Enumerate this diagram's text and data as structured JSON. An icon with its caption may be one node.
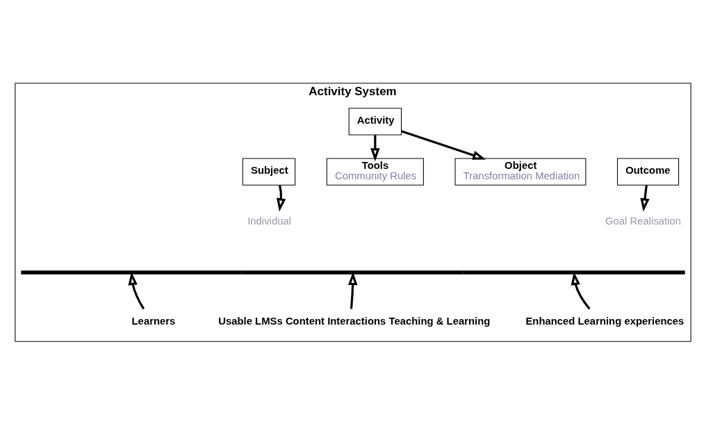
{
  "diagram": {
    "nodes": [
      {
        "text": [
          "Activity System"
        ]
      },
      {
        "text": [
          "Activity"
        ],
        "in": 0
      },
      {
        "text": [
          "Subject"
        ],
        "in": 0
      },
      {
        "text": [
          "Tools",
          "Community Rules"
        ],
        "in": 0
      },
      {
        "text": [
          "Object",
          "Transformation Mediation"
        ],
        "in": 0
      },
      {
        "text": [
          "Outcome"
        ],
        "in": 0
      },
      {
        "text": [
          "Individual"
        ],
        "in": 0
      },
      {
        "text": [
          "Goal Realisation"
        ],
        "in": 0
      },
      {
        "text": [],
        "shape": "bar",
        "in": 0
      },
      {
        "text": [
          "Learners"
        ],
        "in": 0
      },
      {
        "text": [
          "Usable LMSs Content Interactions Teaching & Learning"
        ],
        "in": 0
      },
      {
        "text": [
          "Enhanced Learning experiences"
        ],
        "in": 0
      }
    ],
    "edges": [
      {
        "from": 1,
        "to": 3,
        "arrow": "to"
      },
      {
        "from": 1,
        "to": 4,
        "arrow": "to"
      },
      {
        "from": 2,
        "to": 6,
        "arrow": "to"
      },
      {
        "from": 5,
        "to": 7,
        "arrow": "to"
      },
      {
        "from": 9,
        "to": 8,
        "arrow": "to"
      },
      {
        "from": 10,
        "to": 8,
        "arrow": "to"
      },
      {
        "from": 11,
        "to": 8,
        "arrow": "to"
      }
    ]
  }
}
